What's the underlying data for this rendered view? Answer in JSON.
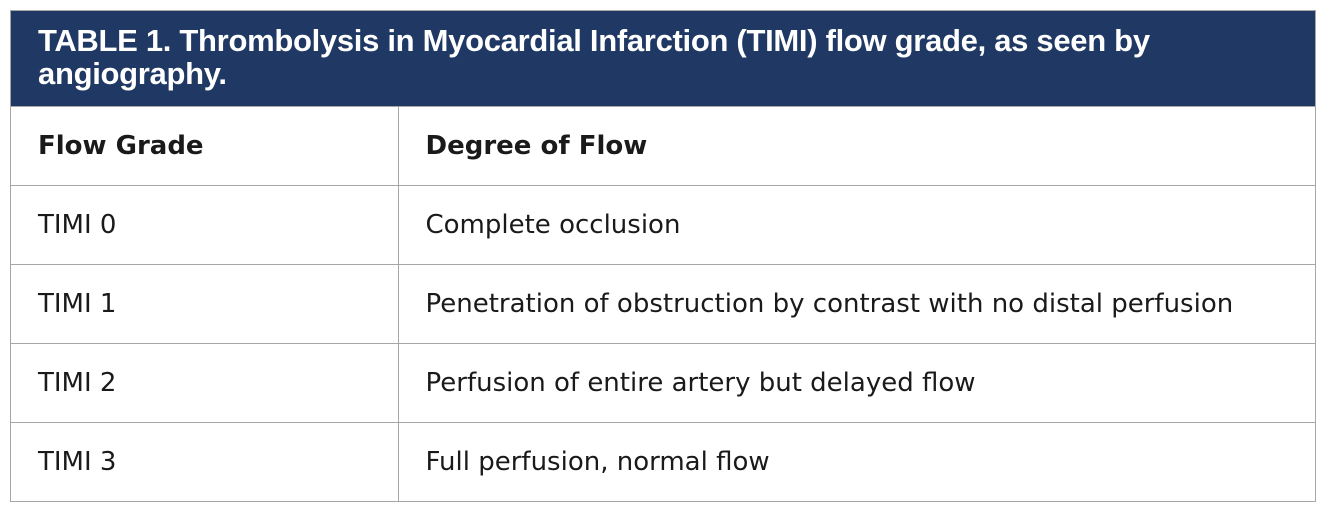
{
  "table": {
    "caption": "TABLE 1. Thrombolysis in Myocardial Infarction (TIMI) flow grade, as seen by angiography.",
    "headers": [
      "Flow Grade",
      "Degree of Flow"
    ],
    "rows": [
      [
        "TIMI 0",
        "Complete occlusion"
      ],
      [
        "TIMI 1",
        "Penetration of obstruction by contrast with no distal perfusion"
      ],
      [
        "TIMI 2",
        "Perfusion of entire artery but delayed flow"
      ],
      [
        "TIMI 3",
        "Full perfusion, normal flow"
      ]
    ],
    "colors": {
      "caption_bg": "#1f3864",
      "caption_text": "#ffffff",
      "border": "#a6a6a6"
    }
  }
}
